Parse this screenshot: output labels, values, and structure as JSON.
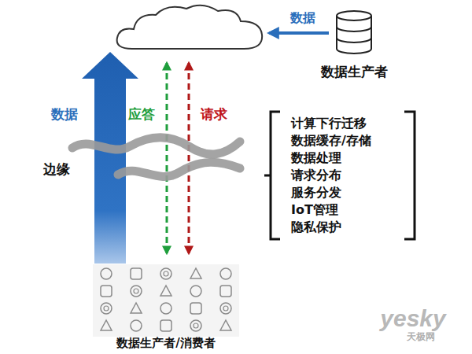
{
  "diagram": {
    "labels": [
      "数据",
      "数据生产者",
      "数据",
      "应答",
      "请求",
      "边缘",
      "计算下行迁移",
      "数据缓存/存储",
      "数据处理",
      "请求分布",
      "服务分发",
      "IoT管理",
      "隐私保护",
      "数据生产者/消费者",
      "yesky",
      "天极网"
    ]
  }
}
